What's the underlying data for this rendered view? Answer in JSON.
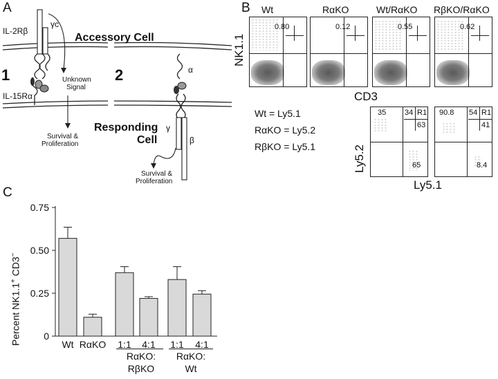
{
  "panel_a": {
    "letter": "A",
    "il2rb": "IL-2Rβ",
    "gamma_c": "γc",
    "accessory_cell": "Accessory Cell",
    "model1": "1",
    "model2": "2",
    "il15ra": "IL-15Rα",
    "unknown_signal_1": "Unknown",
    "unknown_signal_2": "Signal",
    "alpha": "α",
    "responding_1": "Responding",
    "responding_2": "Cell",
    "survival1_1": "Survival &",
    "survival1_2": "Proliferation",
    "gamma": "γ",
    "beta": "β",
    "survival2_1": "Survival &",
    "survival2_2": "Proliferation"
  },
  "panel_b": {
    "letter": "B",
    "y_label_top": "NK1.1",
    "x_label_top": "CD3",
    "top_plots": [
      {
        "title": "Wt",
        "value": "0.80"
      },
      {
        "title": "RαKO",
        "value": "0.12"
      },
      {
        "title": "Wt/RαKO",
        "value": "0.55"
      },
      {
        "title": "RβKO/RαKO",
        "value": "0.62"
      }
    ],
    "legend": [
      "Wt = Ly5.1",
      "RαKO = Ly5.2",
      "RβKO = Ly5.1"
    ],
    "y_label_bottom": "Ly5.2",
    "x_label_bottom": "Ly5.1",
    "bottom_plots": [
      {
        "ul": "35",
        "gate_left": "34",
        "gate_right": "R1",
        "gate_bottom": "63",
        "lr": "65"
      },
      {
        "ul": "90.8",
        "gate_left": "54",
        "gate_right": "R1",
        "gate_bottom": "41",
        "lr": "8.4"
      }
    ]
  },
  "panel_c": {
    "letter": "C",
    "ylabel_main": "Percent NK1.1",
    "ylabel_sup1": "+",
    "ylabel_mid": " CD3",
    "ylabel_sup2": "−",
    "group_labels": [
      {
        "line1": "RαKO:",
        "line2": "RβKO"
      },
      {
        "line1": "RαKO:",
        "line2": "Wt"
      }
    ]
  },
  "chart_data": {
    "type": "bar",
    "categories": [
      "Wt",
      "RαKO",
      "1:1",
      "4:1",
      "1:1",
      "4:1"
    ],
    "values": [
      0.57,
      0.11,
      0.37,
      0.22,
      0.33,
      0.245
    ],
    "errors": [
      0.065,
      0.018,
      0.035,
      0.01,
      0.075,
      0.02
    ],
    "ylabel": "Percent NK1.1+ CD3−",
    "ylim": [
      0,
      0.75
    ],
    "yticks": [
      0,
      0.25,
      0.5,
      0.75
    ],
    "ytick_labels": [
      "0",
      "0.25",
      "0.50",
      "0.75"
    ],
    "bar_color": "#d9d9d9",
    "grid": false
  }
}
